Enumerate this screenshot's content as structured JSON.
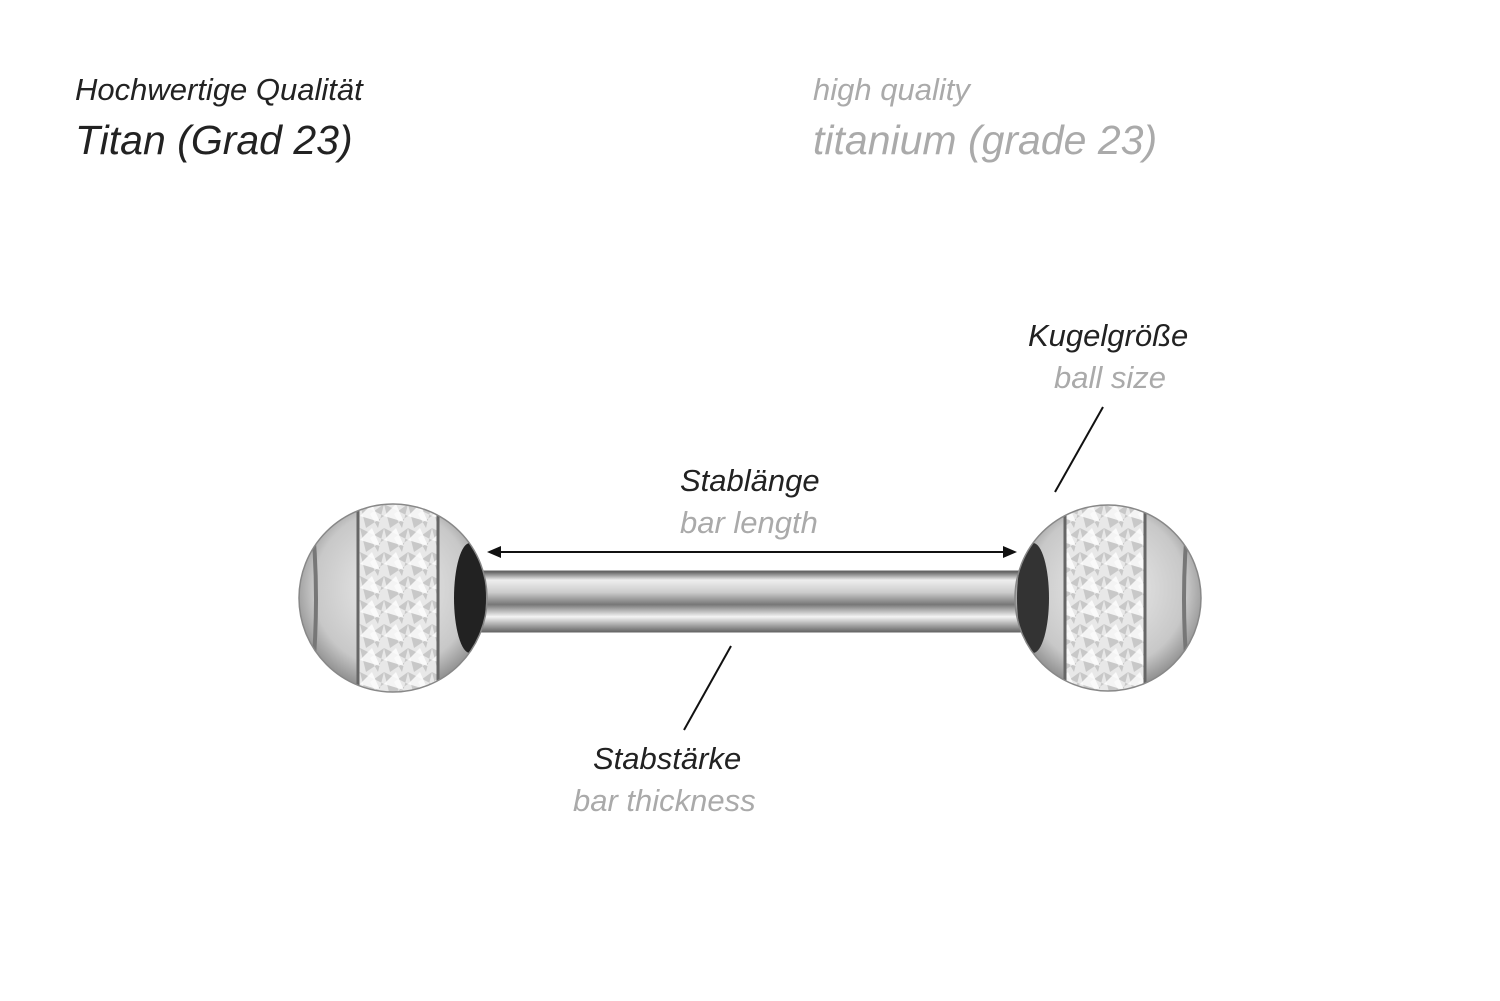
{
  "header": {
    "de_quality": "Hochwertige Qualität",
    "de_material": "Titan (Grad 23)",
    "en_quality": "high quality",
    "en_material": "titanium (grade 23)"
  },
  "labels": {
    "ball_size_de": "Kugelgröße",
    "ball_size_en": "ball size",
    "bar_length_de": "Stablänge",
    "bar_length_en": "bar length",
    "bar_thickness_de": "Stabstärke",
    "bar_thickness_en": "bar thickness"
  },
  "colors": {
    "primary_text": "#222222",
    "secondary_text": "#aaaaaa"
  }
}
